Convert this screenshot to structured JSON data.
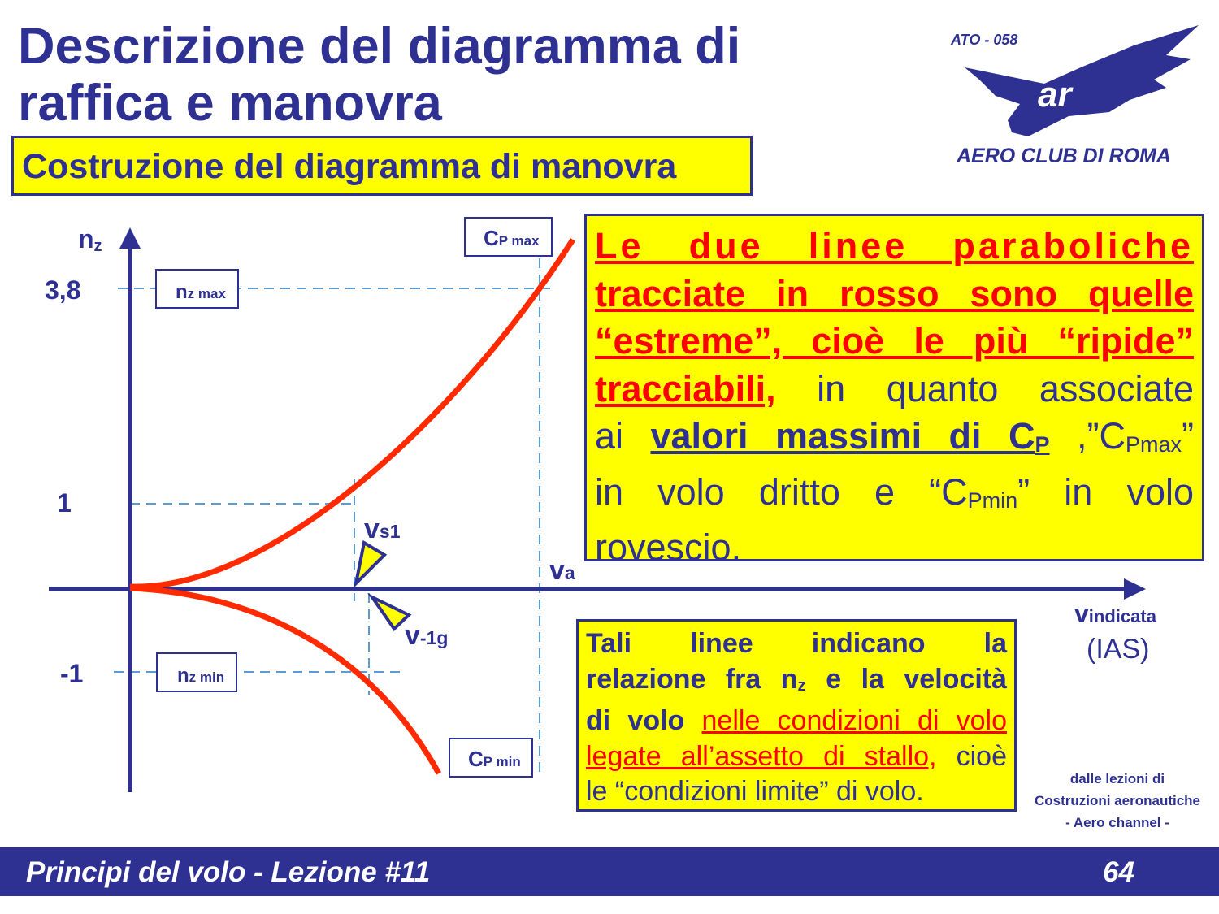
{
  "title": {
    "line1": "Descrizione del diagramma di",
    "line2": "raffica e manovra"
  },
  "subtitle": "Costruzione del diagramma di manovra",
  "logo": {
    "code": "ATO - 058",
    "name": "AERO CLUB DI ROMA",
    "monogram": "ar"
  },
  "diagram": {
    "y_axis_label": "n",
    "y_axis_sub": "z",
    "x_axis_label": "v",
    "x_axis_sub": "indicata",
    "x_axis_unit": "(IAS)",
    "ticks": [
      "3,8",
      "1",
      "-1"
    ],
    "nz_max": {
      "main": "n",
      "sub": "z max"
    },
    "nz_min": {
      "main": "n",
      "sub": "z min"
    },
    "cp_max": {
      "main": "C",
      "sub": "P max"
    },
    "cp_min": {
      "main": "C",
      "sub": "P min"
    },
    "vs1": {
      "main": "v",
      "sub": "s1"
    },
    "vm1g": {
      "main": "v",
      "sub": "-1g"
    },
    "va": {
      "main": "v",
      "sub": "a"
    },
    "colors": {
      "curve": "#ff2a00",
      "axis": "#2E3192",
      "guide": "#5b9bd5",
      "marker": "#ffff00"
    }
  },
  "box1": {
    "l1": "Le due linee paraboliche",
    "l2": "tracciate in rosso sono quelle",
    "l3": "“estreme”, cioè le più “ripide”",
    "l4a": "tracciabili,",
    "l4b": " in quanto associate",
    "l5a": "ai ",
    "l5b": "valori massimi di C",
    "l5c": "P",
    "l5d": " ,”C",
    "l5e": "Pmax",
    "l5f": "”",
    "l6a": "in volo dritto e “C",
    "l6b": "Pmin",
    "l6c": "” in volo",
    "l7": "rovescio."
  },
  "box2": {
    "l1": "Tali linee indicano la",
    "l2a": "relazione fra n",
    "l2b": "z",
    "l2c": " e la velocità",
    "l3a": "di volo ",
    "l3b": "nelle condizioni di volo",
    "l4a": "legate all’assetto di stallo,",
    "l4b": " cioè",
    "l5": "le “condizioni limite” di volo."
  },
  "credit": {
    "l1": "dalle lezioni di",
    "l2": "Costruzioni aeronautiche",
    "l3": "- Aero channel -"
  },
  "footer": {
    "lesson": "Principi del volo - Lezione #11",
    "page": "64"
  }
}
